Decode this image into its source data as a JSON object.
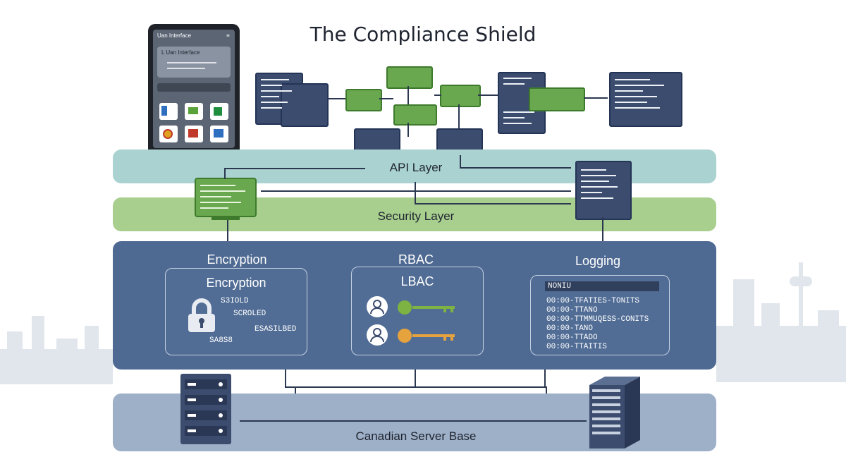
{
  "title": "The Compliance Shield",
  "tablet": {
    "header": "Uan Interface",
    "card_title": "L Uan Interface"
  },
  "layers": {
    "api": "API Layer",
    "security": "Security Layer",
    "base": "Canadian Server Base"
  },
  "columns": {
    "encryption": {
      "heading": "Encryption",
      "box_title": "Encryption",
      "codes": [
        "S3IOLD",
        "SCROLED",
        "ESASILBED",
        "SA8S8"
      ]
    },
    "rbac": {
      "heading": "RBAC",
      "box_title": "LBAC"
    },
    "logging": {
      "heading": "Logging",
      "bar_label": "NONIU",
      "entries": [
        "00:00-TFATIES-TONITS",
        "00:00-TTANO",
        "00:00-TTMMUQESS-CONITS",
        "00:00-TANO",
        "00:00-TTADO",
        "00:00-TTAITIS"
      ]
    }
  },
  "colors": {
    "api": "#a9d2d0",
    "security": "#a8cf8e",
    "main": "#4f6a92",
    "base": "#9eb0c8",
    "doc_dark": "#3b4c6e",
    "doc_green": "#6aa84f"
  }
}
